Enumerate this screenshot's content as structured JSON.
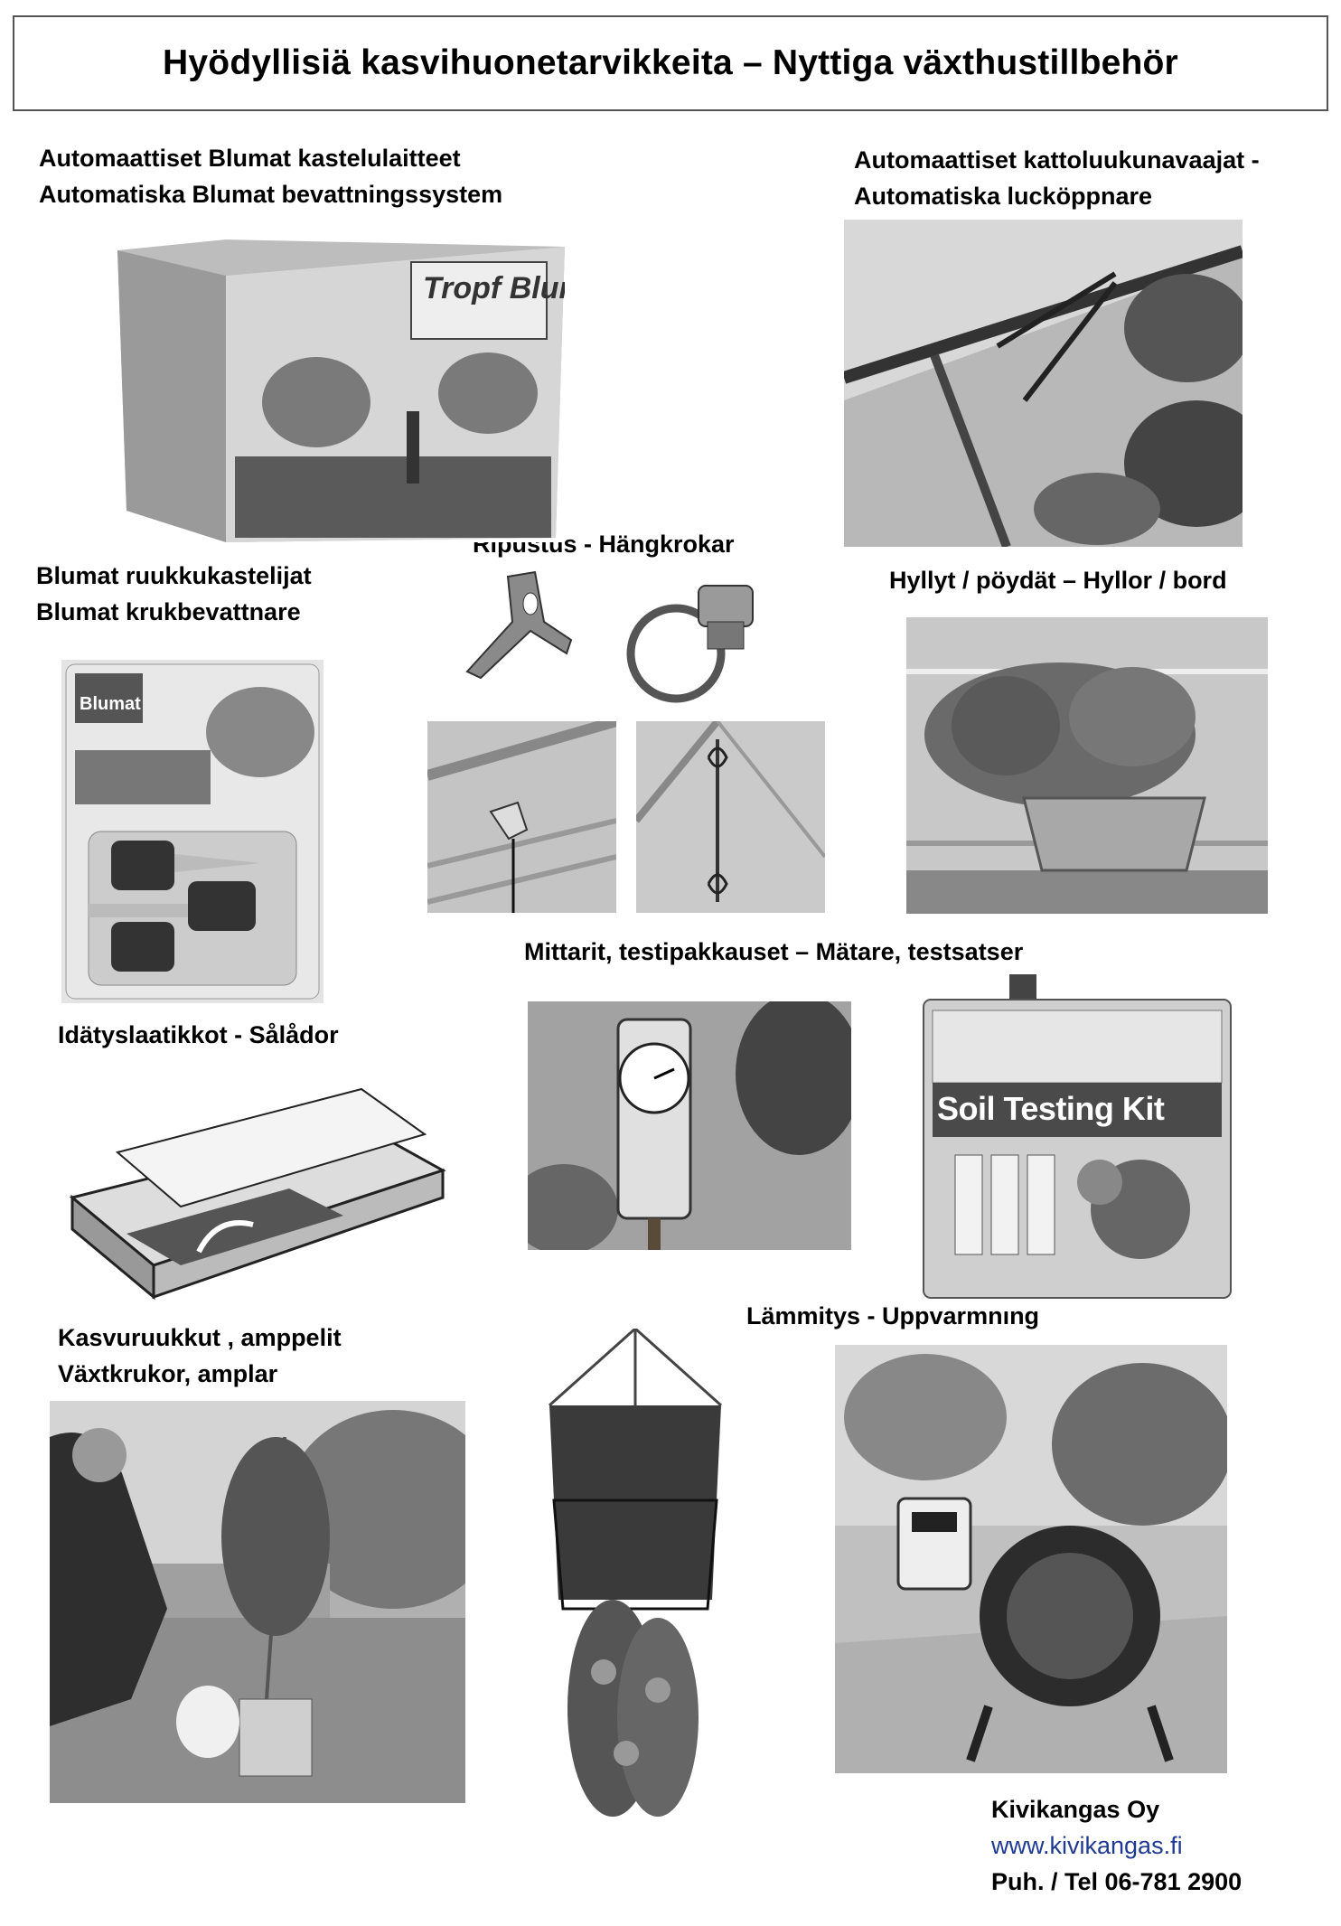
{
  "title": "Hyödyllisiä kasvihuonetarvikkeita – Nyttiga växthustillbehör",
  "sections": {
    "blumat_irrigation": {
      "line1": "Automaattiset Blumat kastelulaitteet",
      "line2": "Automatiska Blumat bevattningssystem"
    },
    "roof_openers": {
      "line1": "Automaattiset kattoluukunavaajat -",
      "line2": "Automatiska lucköppnare"
    },
    "hanging": {
      "line1": "Ripustus - Hängkrokar"
    },
    "pot_waterers": {
      "line1": "Blumat ruukkukastelijat",
      "line2": "Blumat krukbevattnare"
    },
    "shelves": {
      "line1": "Hyllyt / pöydät – Hyllor / bord"
    },
    "meters": {
      "line1": "Mittarit, testipakkauset – Mätare, testsatser"
    },
    "seed_trays": {
      "line1": "Idätyslaatikkot - Sålådor"
    },
    "heating": {
      "line1": "Lämmitys - Uppvarmnıng"
    },
    "grow_pots": {
      "line1": "Kasvuruukkut , amppelit",
      "line2": "Växtkrukor, amplar"
    }
  },
  "product_text": {
    "tropf_blumat": "Tropf Blumat",
    "blumat": "Blumat",
    "soil_testing_kit": "Soil Testing Kit"
  },
  "footer": {
    "company": "Kivikangas Oy",
    "website": "www.kivikangas.fi",
    "phone": "Puh. / Tel 06-781 2900"
  }
}
